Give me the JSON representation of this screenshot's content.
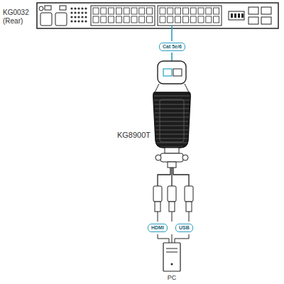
{
  "diagram": {
    "nodes": [
      {
        "text": [
          "Cat 5e/6"
        ]
      },
      {
        "text": [
          "HDMI"
        ]
      },
      {
        "text": [
          "USB"
        ]
      }
    ],
    "labels": [
      "KG0032 (Rear)",
      "KG8900T",
      "PC"
    ]
  }
}
